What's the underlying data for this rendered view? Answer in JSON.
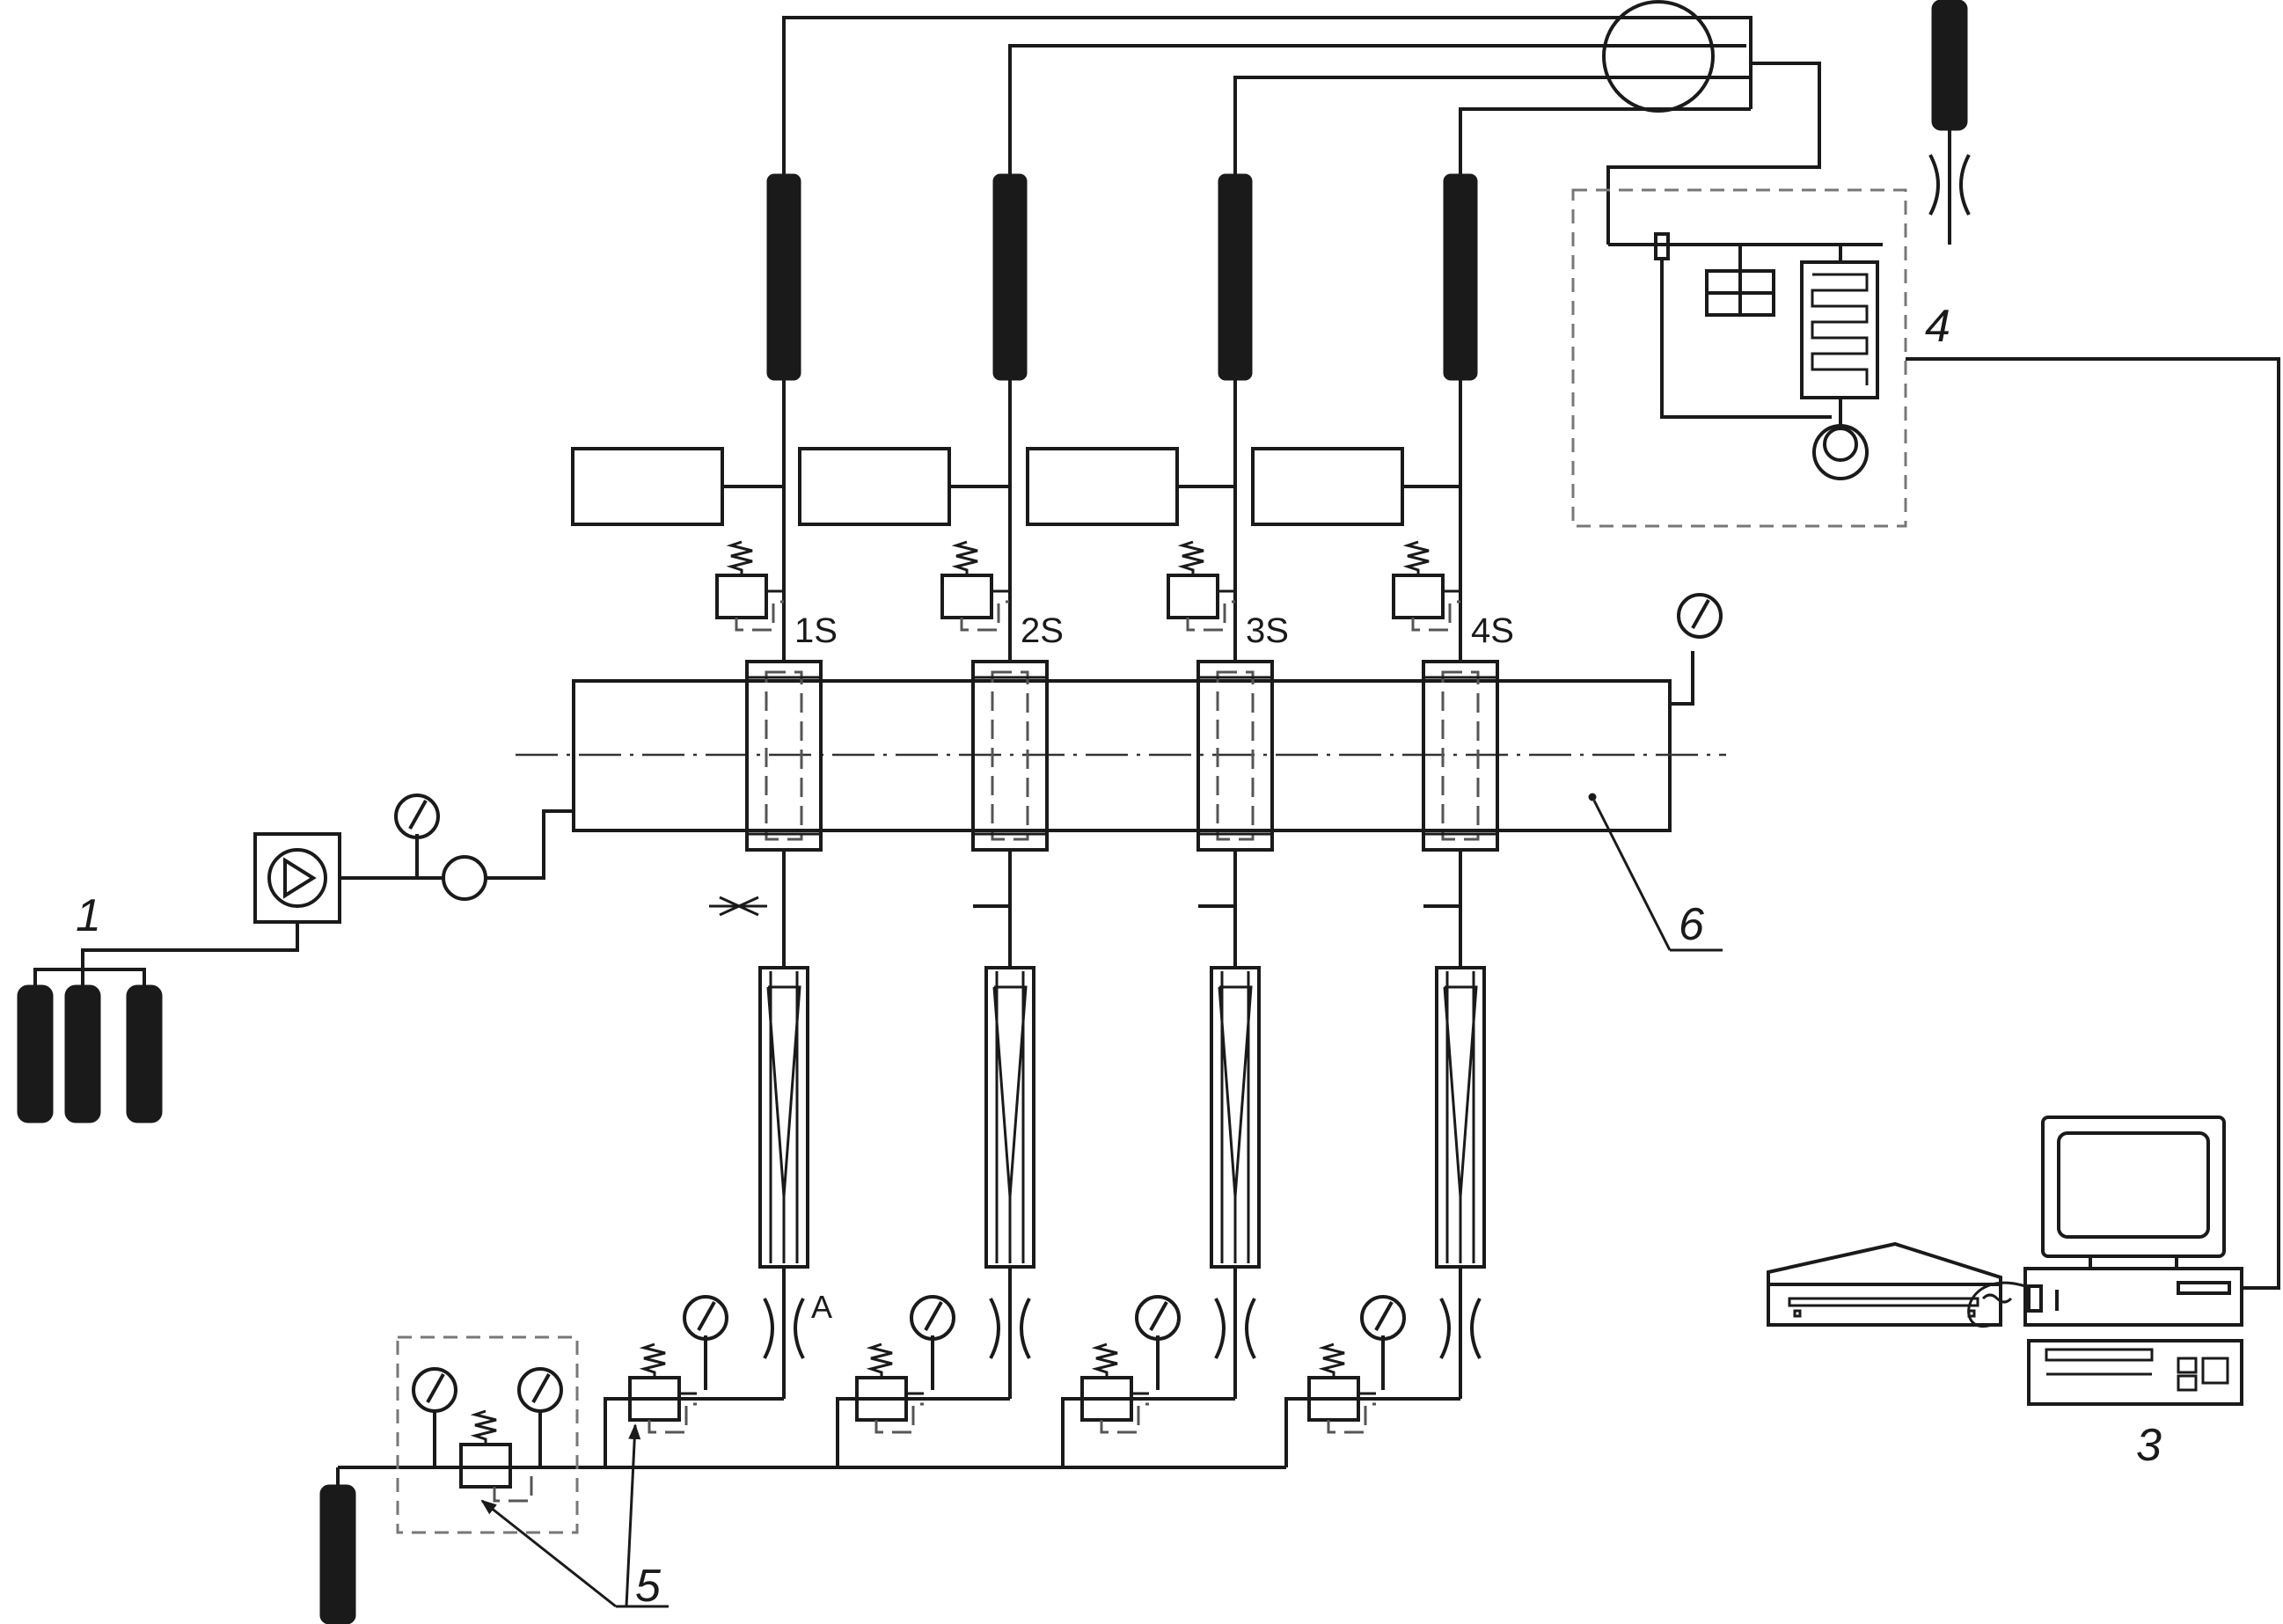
{
  "diagram": {
    "section_labels": [
      "1S",
      "2S",
      "3S",
      "4S"
    ],
    "point_label": "A",
    "callouts": {
      "gas_cylinders": "1",
      "computer": "3",
      "detector_unit": "4",
      "pressure_regulators": "5",
      "column_tube": "6"
    }
  }
}
